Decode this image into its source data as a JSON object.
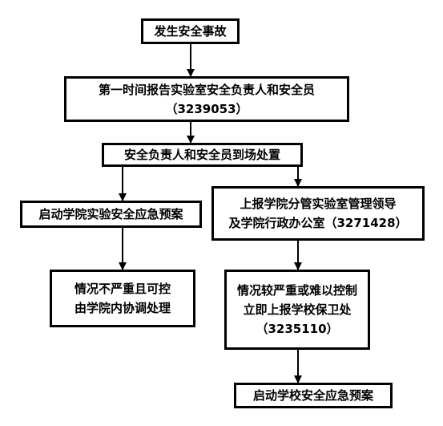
{
  "flowchart": {
    "accident_box": {
      "line1": "发生安全事故"
    },
    "report_box": {
      "line1": "第一时间报告实验室安全负责人和安全员",
      "line2": "（3239053）"
    },
    "onsite_box": {
      "line1": "安全负责人和安全员到场处置"
    },
    "college_plan_box": {
      "line1": "启动学院实验安全应急预案"
    },
    "report_college_box": {
      "line1": "上报学院分管实验室管理领导",
      "line2": "及学院行政办公室（3271428）"
    },
    "minor_box": {
      "line1": "情况不严重且可控",
      "line2": "由学院内协调处理"
    },
    "serious_box": {
      "line1": "情况较严重或难以控制",
      "line2": "立即上报学校保卫处",
      "line3": "（3235110）"
    },
    "school_plan_box": {
      "line1": "启动学校安全应急预案"
    }
  },
  "colors": {
    "line": "#000000",
    "background": "#ffffff",
    "text": "#000000"
  }
}
